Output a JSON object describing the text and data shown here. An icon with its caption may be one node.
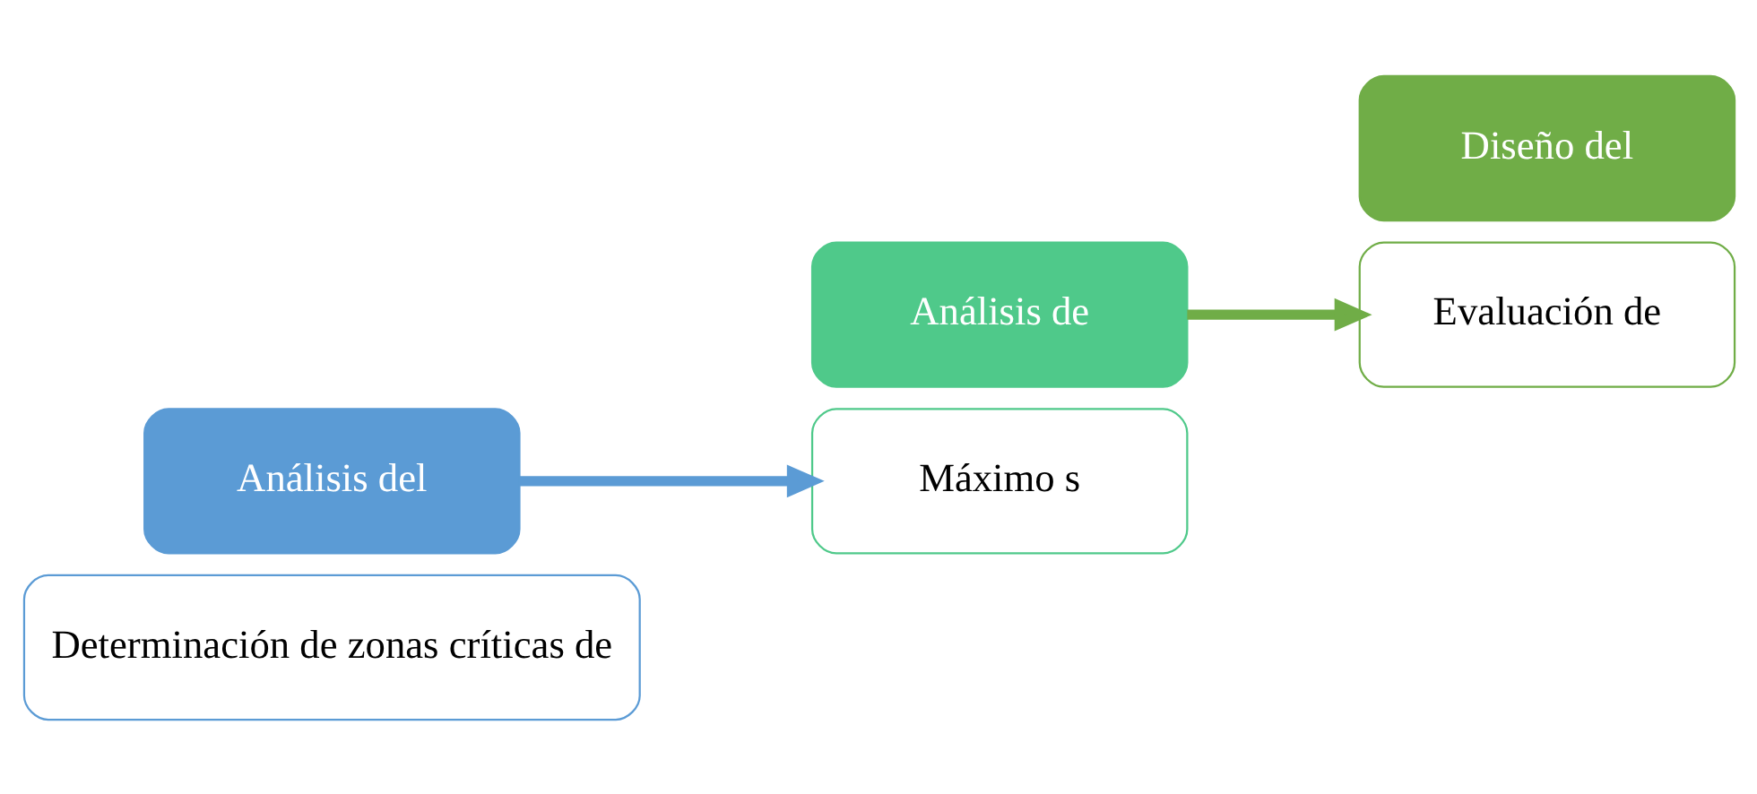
{
  "diagram": {
    "nodes": [
      {
        "text": [
          "Determinación de zonas críticas de"
        ]
      },
      {
        "text": [
          "Análisis del"
        ]
      },
      {
        "text": [
          "Análisis de"
        ]
      },
      {
        "text": [
          "Máximo s"
        ]
      },
      {
        "text": [
          "Evaluación de"
        ]
      },
      {
        "text": [
          "Diseño del"
        ]
      }
    ],
    "edges": [
      {
        "from": 1,
        "to": 3,
        "arrow": "to",
        "color": "#5b9bd5"
      },
      {
        "from": 2,
        "to": 4,
        "arrow": "to",
        "color": "#70ad47"
      }
    ]
  }
}
